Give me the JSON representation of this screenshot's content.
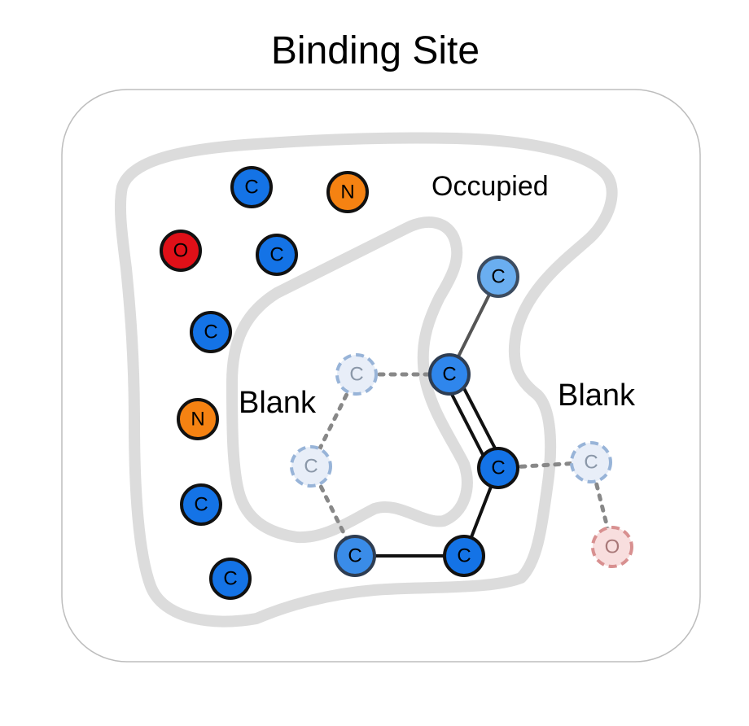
{
  "title": "Binding Site",
  "labels": {
    "occupied": "Occupied",
    "blank_left": "Blank",
    "blank_right": "Blank"
  },
  "colors": {
    "carbon": "#1473e6",
    "carbon_light": "#6aaef0",
    "nitrogen": "#f58212",
    "oxygen": "#e01018",
    "ghost_carbon_fill": "#e8eef8",
    "ghost_carbon_stroke": "#98b4d8",
    "ghost_oxygen_fill": "#f8dede",
    "ghost_oxygen_stroke": "#d89090",
    "pocket_outline": "#dcdcdc",
    "frame": "#bdbdbd"
  },
  "atoms": {
    "pocket": [
      {
        "id": "p1",
        "element": "C"
      },
      {
        "id": "p2",
        "element": "N"
      },
      {
        "id": "p3",
        "element": "O"
      },
      {
        "id": "p4",
        "element": "C"
      },
      {
        "id": "p5",
        "element": "C"
      },
      {
        "id": "p6",
        "element": "N"
      },
      {
        "id": "p7",
        "element": "C"
      },
      {
        "id": "p8",
        "element": "C"
      }
    ],
    "ligand": [
      {
        "id": "l1",
        "element": "C"
      },
      {
        "id": "l2",
        "element": "C"
      },
      {
        "id": "l3",
        "element": "C"
      },
      {
        "id": "l4",
        "element": "C"
      },
      {
        "id": "l5",
        "element": "C"
      }
    ],
    "ghost": [
      {
        "id": "g1",
        "element": "C"
      },
      {
        "id": "g2",
        "element": "C"
      },
      {
        "id": "g3",
        "element": "C"
      },
      {
        "id": "g4",
        "element": "O"
      }
    ]
  }
}
